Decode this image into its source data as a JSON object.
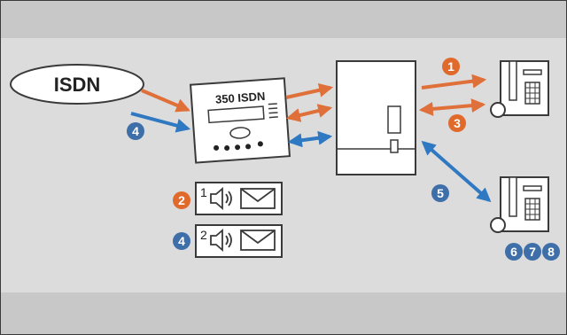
{
  "colors": {
    "band": "#c8c8c8",
    "panel": "#dcdcdc",
    "orange": "#e0703a",
    "blue": "#2f78c2",
    "badge_orange": "#e06a2c",
    "badge_blue": "#3f6fa8",
    "stroke": "#3a3a3a"
  },
  "network": {
    "label": "ISDN"
  },
  "device": {
    "label": "350 ISDN"
  },
  "messages": [
    {
      "index": "1",
      "badge": "2",
      "badge_color": "orange"
    },
    {
      "index": "2",
      "badge": "4",
      "badge_color": "blue"
    }
  ],
  "badges": {
    "isdn_in": "4",
    "line_1": "1",
    "line_3": "3",
    "line_5": "5",
    "phone2": [
      "6",
      "7",
      "8"
    ]
  },
  "icons": [
    "phone-icon",
    "speaker-icon",
    "envelope-icon"
  ]
}
